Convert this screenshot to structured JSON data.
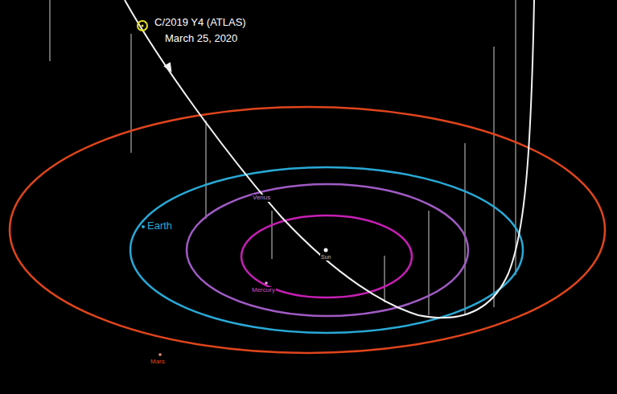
{
  "diagram": {
    "labels": [
      "C/2019 Y4 (ATLAS)",
      "March 25, 2020",
      "Venus",
      "Earth",
      "Sun",
      "Mercury",
      "Mars"
    ]
  }
}
